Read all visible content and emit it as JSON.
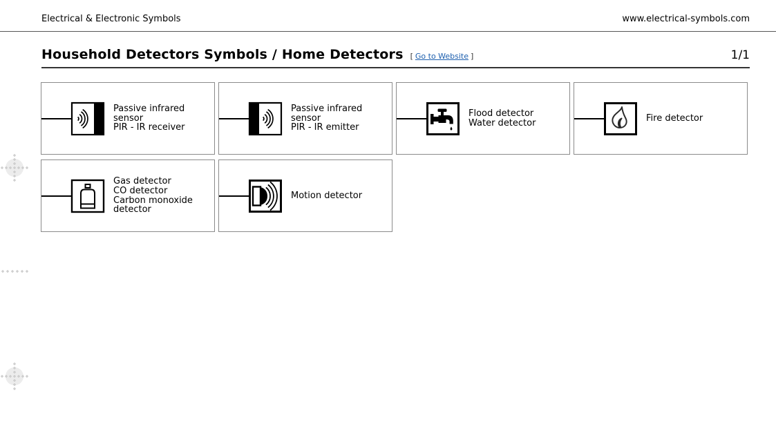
{
  "colors": {
    "link": "#1d5fae",
    "card_border": "#8a8a8a",
    "rule_top": "#555555",
    "rule_title": "#333333",
    "text": "#000000",
    "deco": "#c9c9c9",
    "deco_fill": "#ececec"
  },
  "header": {
    "site_name": "Electrical & Electronic Symbols",
    "site_url": "www.electrical-symbols.com"
  },
  "titlebar": {
    "title": "Household Detectors Symbols / Home Detectors",
    "link_prefix": "[",
    "link_label": "Go to Website",
    "link_suffix": "]",
    "page_indicator": "1/1"
  },
  "cards": [
    {
      "symbol": "pir-ir-receiver",
      "lines": [
        "Passive infrared sensor",
        "PIR - IR receiver"
      ]
    },
    {
      "symbol": "pir-ir-emitter",
      "lines": [
        "Passive infrared sensor",
        "PIR - IR emitter"
      ]
    },
    {
      "symbol": "flood-water-detector",
      "lines": [
        "Flood detector",
        "Water detector"
      ]
    },
    {
      "symbol": "fire-detector",
      "lines": [
        "Fire detector"
      ]
    },
    {
      "symbol": "gas-co-detector",
      "lines": [
        "Gas detector",
        "CO detector",
        "Carbon monoxide",
        "detector"
      ]
    },
    {
      "symbol": "motion-detector",
      "lines": [
        "Motion detector"
      ]
    }
  ]
}
